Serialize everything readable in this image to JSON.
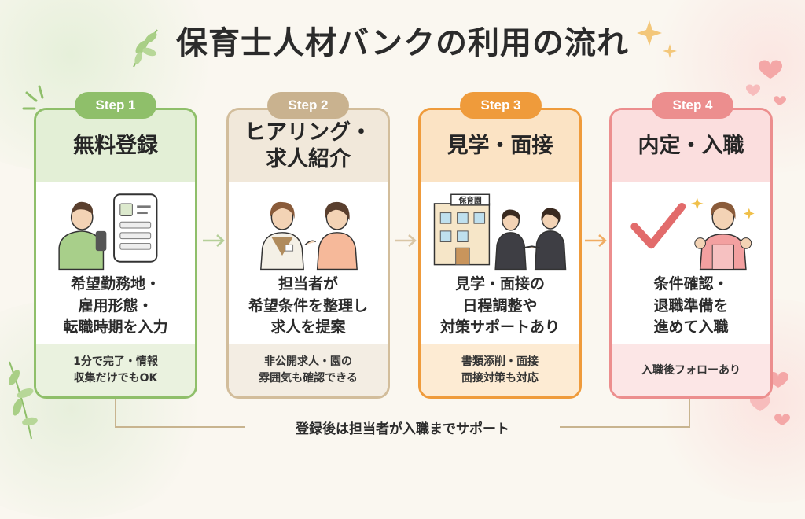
{
  "title": "保育士人材バンクの利用の流れ",
  "colors": {
    "green": "#8fbf6a",
    "beige": "#c9b28f",
    "orange": "#ef9b3b",
    "pink": "#ec8e8e"
  },
  "steps": [
    {
      "badge": "Step 1",
      "heading": "無料登録",
      "illustration_icon": "person-tablet-icon",
      "description": [
        "希望勤務地・",
        "雇用形態・",
        "転職時期を入力"
      ],
      "note": [
        "1分で完了・情報",
        "収集だけでもOK"
      ]
    },
    {
      "badge": "Step 2",
      "heading": [
        "ヒアリング・",
        "求人紹介"
      ],
      "illustration_icon": "consultant-and-client-icon",
      "description": [
        "担当者が",
        "希望条件を整理し",
        "求人を提案"
      ],
      "note": [
        "非公開求人・園の",
        "雰囲気も確認できる"
      ]
    },
    {
      "badge": "Step 3",
      "heading": "見学・面接",
      "illustration_icon": "nursery-handshake-icon",
      "building_sign": "保育園",
      "description": [
        "見学・面接の",
        "日程調整や",
        "対策サポートあり"
      ],
      "note": [
        "書類添削・面接",
        "面接対策も対応"
      ]
    },
    {
      "badge": "Step 4",
      "heading": "内定・入職",
      "illustration_icon": "checkmark-happy-worker-icon",
      "description": [
        "条件確認・",
        "退職準備を",
        "進めて入職"
      ],
      "note": [
        "入職後フォローあり"
      ]
    }
  ],
  "footer": "登録後は担当者が入職までサポート"
}
